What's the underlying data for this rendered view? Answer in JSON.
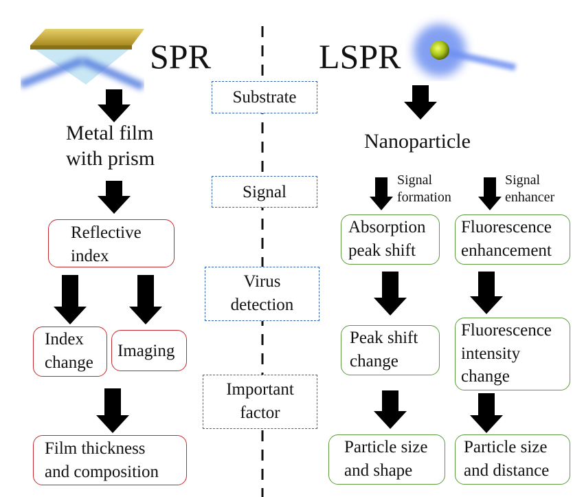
{
  "spr": {
    "title": "SPR",
    "step1": [
      "Metal film",
      "with prism"
    ],
    "step2": [
      "Reflective",
      "index"
    ],
    "branch_a": [
      "Index",
      "change"
    ],
    "branch_b": "Imaging",
    "step4": [
      "Film thickness",
      "and composition"
    ]
  },
  "middle": {
    "labels": [
      "Substrate",
      "Signal",
      [
        "Virus",
        "detection"
      ],
      [
        "Important",
        "factor"
      ]
    ]
  },
  "lspr": {
    "title": "LSPR",
    "step1": "Nanoparticle",
    "left": {
      "arrow_note": [
        "Signal",
        "formation"
      ],
      "box1": [
        "Absorption",
        "peak shift"
      ],
      "box2": [
        "Peak shift",
        "change"
      ],
      "box3": [
        "Particle size",
        "and shape"
      ]
    },
    "right": {
      "arrow_note": [
        "Signal",
        "enhancer"
      ],
      "box1": [
        "Fluorescence",
        "enhancement"
      ],
      "box2": [
        "Fluorescence",
        "intensity",
        "change"
      ],
      "box3": [
        "Particle size",
        "and distance"
      ]
    }
  },
  "colors": {
    "spr_border": "#c3272b",
    "lspr_border": "#5c9a3c",
    "middle_border": "#2d5ea8",
    "arrow": "#000000"
  }
}
